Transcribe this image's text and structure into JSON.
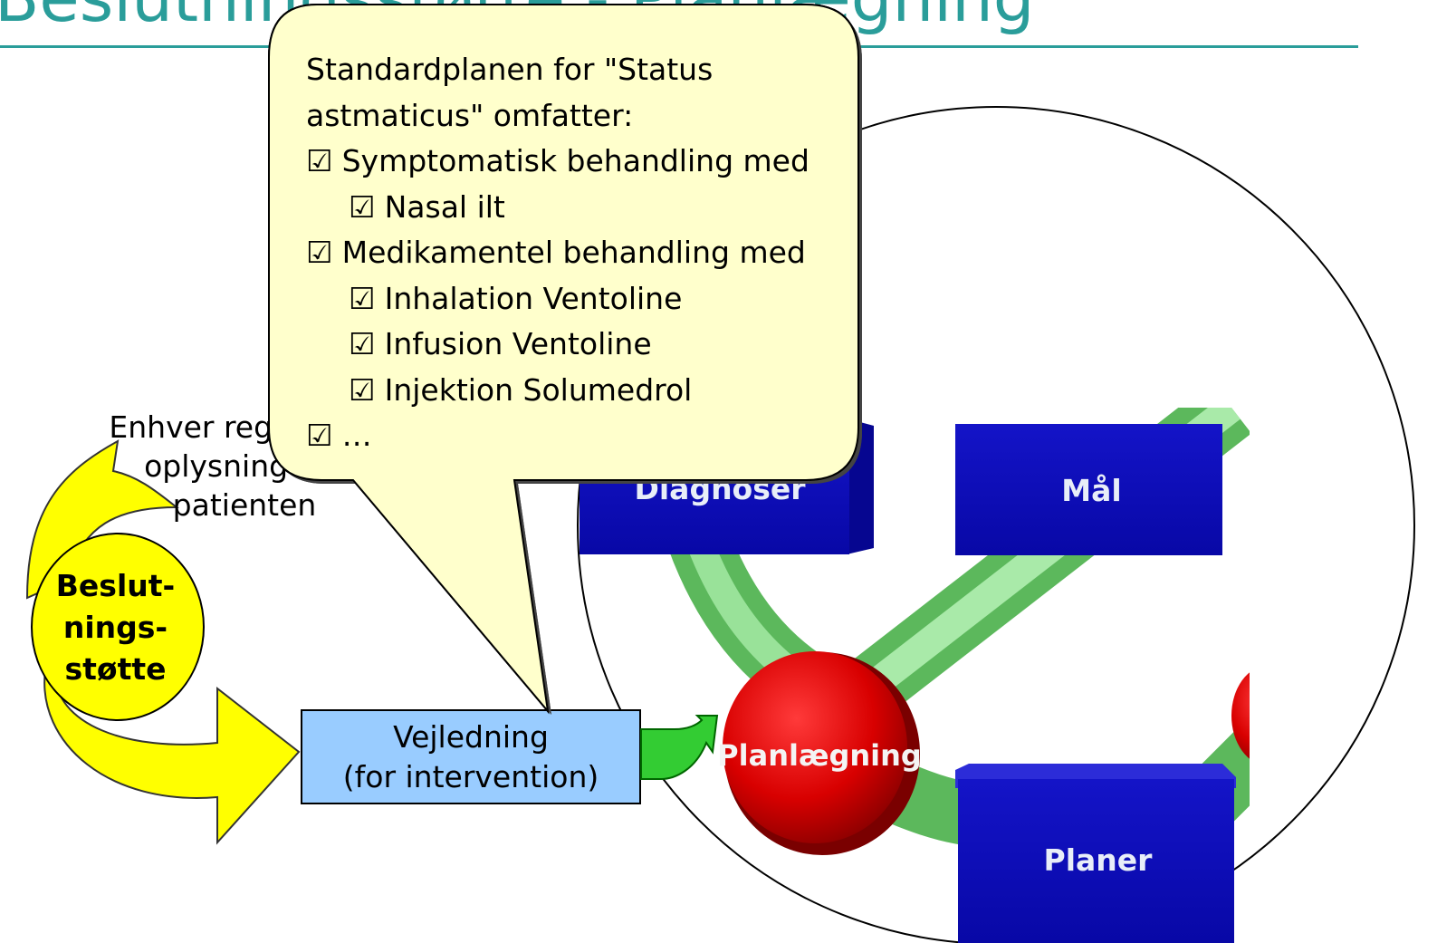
{
  "title": "Beslutningsstøtte - Planlægning",
  "callout": {
    "intro_line1": "Standardplanen for \"Status",
    "intro_line2": "astmaticus\" omfatter:",
    "checkbox_symbol": "☑",
    "items": [
      {
        "text": "Symptomatisk behandling med",
        "level": 0
      },
      {
        "text": "Nasal ilt",
        "level": 1
      },
      {
        "text": "Medikamentel behandling med",
        "level": 0
      },
      {
        "text": "Inhalation Ventoline",
        "level": 1
      },
      {
        "text": "Infusion Ventoline",
        "level": 1
      },
      {
        "text": "Injektion Solumedrol",
        "level": 1
      },
      {
        "text": "…",
        "level": 0
      }
    ]
  },
  "left_text": {
    "line1": "Enhver registreret",
    "line2": "oplysning om",
    "line3": "patienten"
  },
  "decision_support": {
    "line1": "Beslut-",
    "line2": "nings-",
    "line3": "støtte"
  },
  "guidance_box": {
    "line1": "Vejledning",
    "line2": "(for intervention)"
  },
  "blocks": {
    "diagnoser": "Diagnoser",
    "maal": "Mål",
    "planer": "Planer",
    "planlaegning": "Planlægning"
  },
  "colors": {
    "title": "#2a9d9a",
    "callout_fill": "#ffffcc",
    "arrow_yellow": "#ffff00",
    "guidance_fill": "#99ccff",
    "arrow_green": "#33cc33",
    "block_blue": "#0a0ab4",
    "node_red": "#dd0000",
    "pipe_green": "#8fe08f"
  }
}
